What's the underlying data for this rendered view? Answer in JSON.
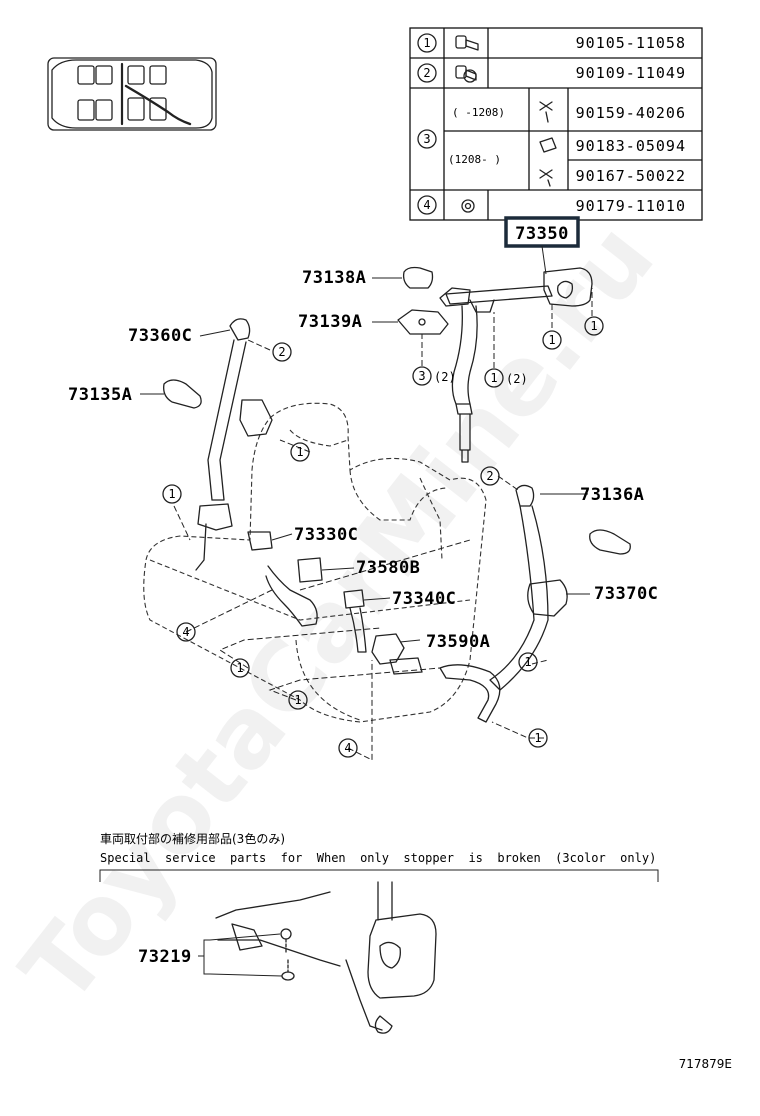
{
  "table": {
    "rows": [
      {
        "ref": "1",
        "part_no": "90105-11058",
        "range": ""
      },
      {
        "ref": "2",
        "part_no": "90109-11049",
        "range": ""
      },
      {
        "ref": "3",
        "part_no": "90159-40206",
        "range": "(    -1208)"
      },
      {
        "ref": "3",
        "part_no": "90183-05094",
        "range": "(1208-    )"
      },
      {
        "ref": "3",
        "part_no": "90167-50022",
        "range": ""
      },
      {
        "ref": "4",
        "part_no": "90179-11010",
        "range": ""
      }
    ]
  },
  "highlight_part": "73350",
  "callouts": {
    "p73138A": "73138A",
    "p73139A": "73139A",
    "p73360C": "73360C",
    "p73135A": "73135A",
    "p73136A": "73136A",
    "p73330C": "73330C",
    "p73580B": "73580B",
    "p73340C": "73340C",
    "p73370C": "73370C",
    "p73590A": "73590A",
    "p73219": "73219"
  },
  "refs": {
    "r3x2": "3",
    "r3x2_qty": "(2)",
    "r1x2": "1",
    "r1x2_qty": "(2)",
    "one": "1",
    "two": "2",
    "four": "4"
  },
  "notes": {
    "japanese": "車両取付部の補修用部品(3色のみ)",
    "english": "Special  service  parts  for  When  only  stopper  is  broken  (3color  only)"
  },
  "figure_id": "717879E",
  "watermark": "ToyotaCarMine.ru"
}
